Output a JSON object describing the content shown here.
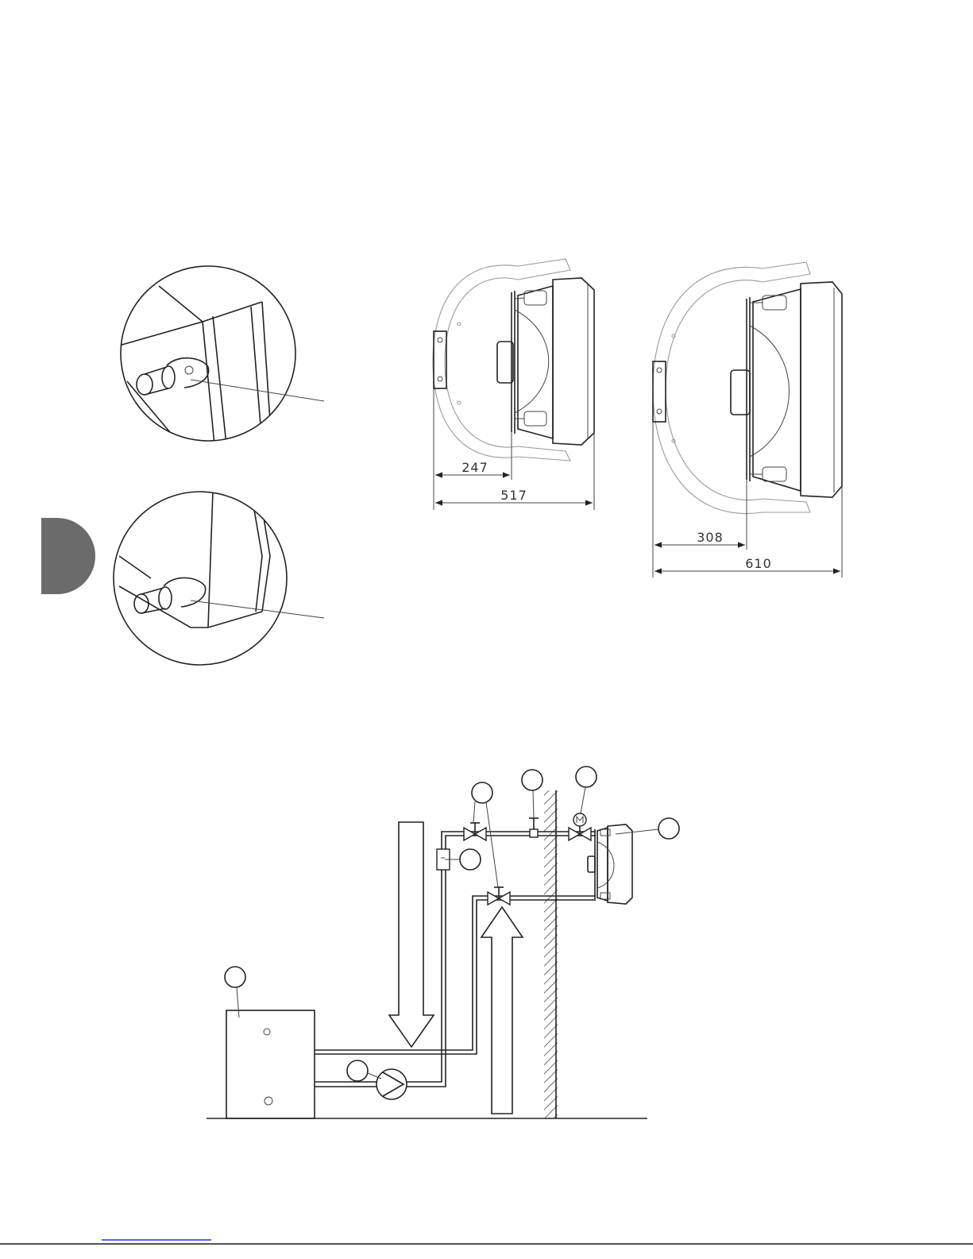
{
  "dimensions": {
    "small_unit": {
      "inner": "247",
      "total": "517"
    },
    "large_unit": {
      "inner": "308",
      "total": "610"
    }
  },
  "colors": {
    "line": "#222222",
    "tab": "#6b6b6b",
    "wall_hatch": "#333333",
    "footer_rule": "#1a1a1a",
    "footer_link": "#0000ee"
  }
}
